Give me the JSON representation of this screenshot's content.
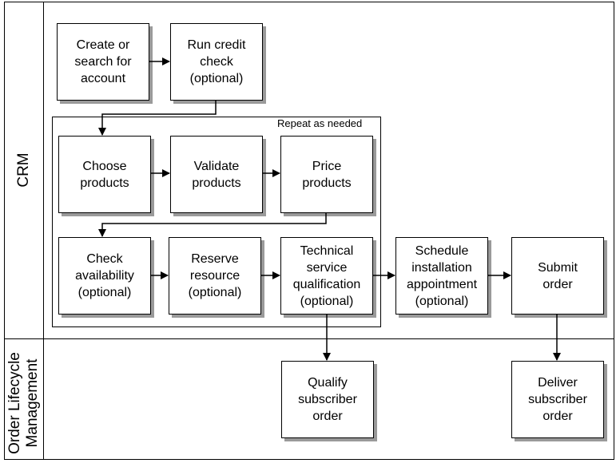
{
  "lanes": {
    "crm_label": "CRM",
    "olm_label": "Order Lifecycle\nManagement"
  },
  "repeat_label": "Repeat as needed",
  "nodes": {
    "create_account": "Create or\nsearch for\naccount",
    "run_credit": "Run credit\ncheck\n(optional)",
    "choose_products": "Choose\nproducts",
    "validate_products": "Validate\nproducts",
    "price_products": "Price\nproducts",
    "check_availability": "Check\navailability\n(optional)",
    "reserve_resource": "Reserve\nresource\n(optional)",
    "technical_qualification": "Technical\nservice\nqualification\n(optional)",
    "schedule_installation": "Schedule\ninstallation\nappointment\n(optional)",
    "submit_order": "Submit\norder",
    "qualify_order": "Qualify\nsubscriber\norder",
    "deliver_order": "Deliver\nsubscriber\norder"
  },
  "edges": [
    {
      "from": "create_account",
      "to": "run_credit"
    },
    {
      "from": "run_credit",
      "to": "choose_products"
    },
    {
      "from": "choose_products",
      "to": "validate_products"
    },
    {
      "from": "validate_products",
      "to": "price_products"
    },
    {
      "from": "price_products",
      "to": "check_availability"
    },
    {
      "from": "check_availability",
      "to": "reserve_resource"
    },
    {
      "from": "reserve_resource",
      "to": "technical_qualification"
    },
    {
      "from": "technical_qualification",
      "to": "schedule_installation"
    },
    {
      "from": "schedule_installation",
      "to": "submit_order"
    },
    {
      "from": "technical_qualification",
      "to": "qualify_order"
    },
    {
      "from": "submit_order",
      "to": "deliver_order"
    }
  ]
}
